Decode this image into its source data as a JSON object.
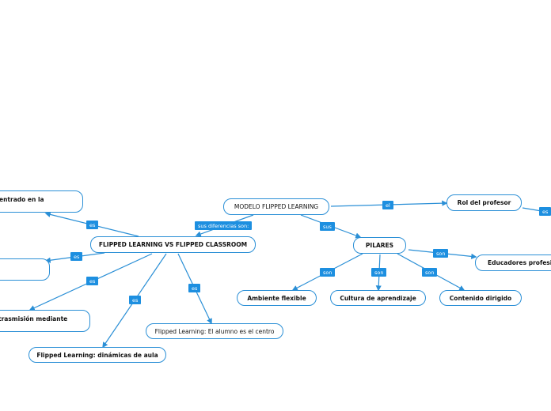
{
  "colors": {
    "line": "#2a8fd6",
    "tag_bg": "#1d8fe0",
    "node_border": "#2a8fd6"
  },
  "nodes": {
    "main": "MODELO FLIPPED LEARNING",
    "versus": "FLIPPED LEARNING VS FLIPPED CLASSROOM",
    "pilares": "PILARES",
    "rol": "Rol del profesor",
    "educadores": "Educadores profesio",
    "ambiente": "Ambiente flexible",
    "cultura": "Cultura de aprendizaje",
    "contenido": "Contenido dirigido",
    "centrado": "entrado en la",
    "trasmision": "trasmisión mediante",
    "alumno_centro": "Flipped Learning: El alumno es el centro",
    "dinamicas": "Flipped Learning: dinámicas de aula",
    "empty_box": ""
  },
  "tags": {
    "el": "el",
    "sus": "sus",
    "sus_diferencias": "sus diferencias son:",
    "es_top": "es",
    "es_mid": "es",
    "es_low": "es",
    "es_down": "es",
    "es_right": "es",
    "son_educ": "son",
    "son_amb": "son",
    "son_cult": "son",
    "son_cont": "son",
    "es_far": "es"
  }
}
